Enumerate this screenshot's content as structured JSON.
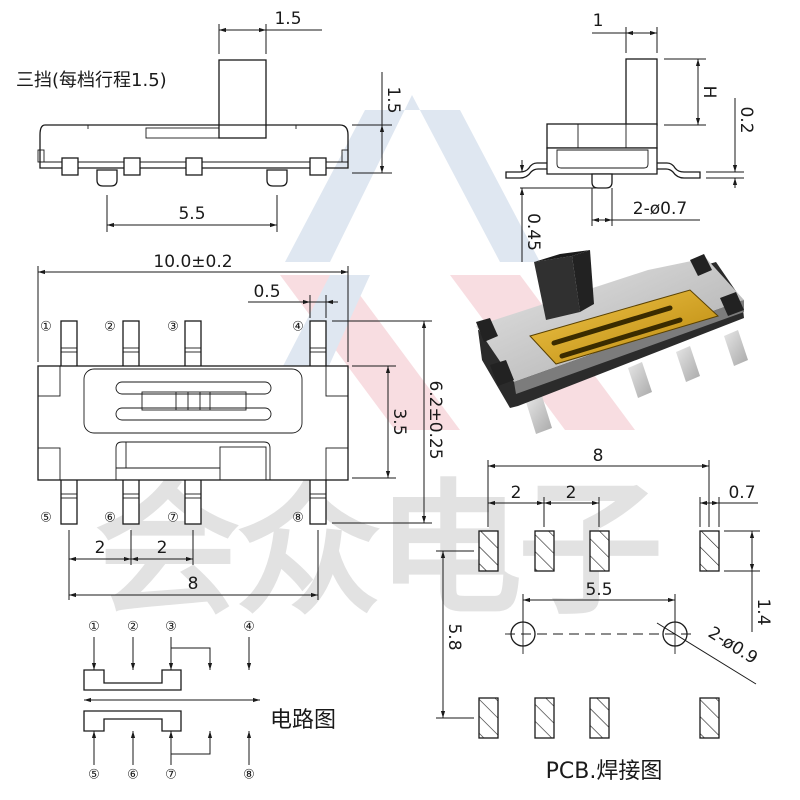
{
  "title_note": "三挡(每档行程1.5)",
  "watermark": {
    "text": "会众电子",
    "colors": {
      "blue": "#dfe7f1",
      "red": "#f8dde1",
      "gray": "#d9d9d9"
    }
  },
  "side_view": {
    "actuator_width": "1.5",
    "actuator_height": "1.5",
    "peg_spacing": "5.5"
  },
  "end_view": {
    "actuator_thickness": "1",
    "actuator_height_label": "H",
    "lead_thickness": "0.2",
    "lead_standoff": "0.45",
    "peg_diameter": "2-ø0.7"
  },
  "top_view": {
    "overall_length": "10.0±0.2",
    "pin_width": "0.5",
    "overall_width": "6.2±0.25",
    "body_width": "3.5",
    "pin_pitch_1": "2",
    "pin_pitch_2": "2",
    "pin_span": "8",
    "pins_top": [
      "①",
      "②",
      "③",
      "④"
    ],
    "pins_bottom": [
      "⑤",
      "⑥",
      "⑦",
      "⑧"
    ]
  },
  "circuit": {
    "label": "电路图",
    "pins_top": [
      "①",
      "②",
      "③",
      "④"
    ],
    "pins_bottom": [
      "⑤",
      "⑥",
      "⑦",
      "⑧"
    ]
  },
  "pcb": {
    "label": "PCB.焊接图",
    "pad_span": "8",
    "pad_pitch_1": "2",
    "pad_pitch_2": "2",
    "pad_width": "0.7",
    "pad_length": "1.4",
    "hole_spacing": "5.5",
    "row_spacing": "5.8",
    "hole_diameter": "2-ø0.9"
  }
}
